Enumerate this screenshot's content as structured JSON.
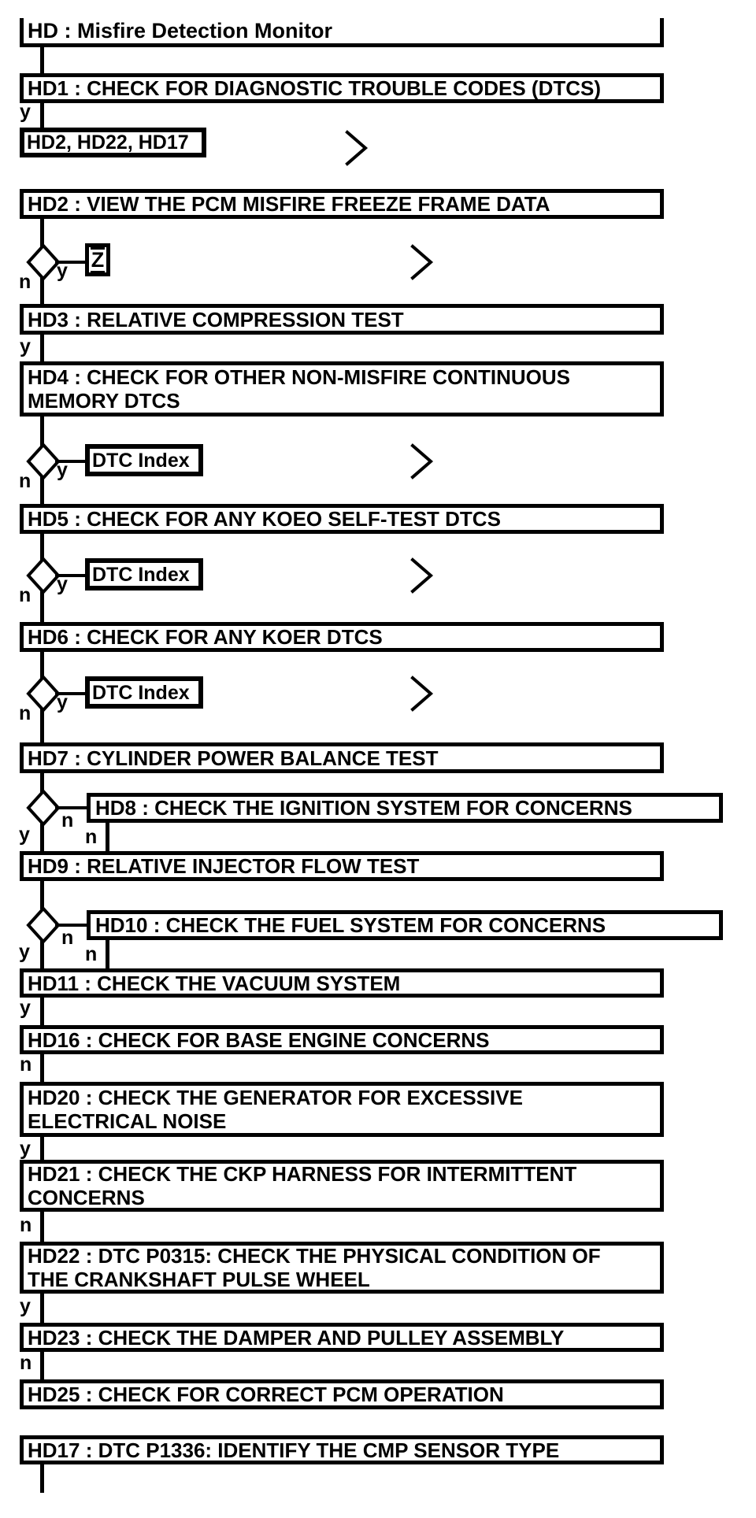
{
  "title": {
    "label": "HD : Misfire Detection Monitor"
  },
  "labels": {
    "yes": "y",
    "no": "n"
  },
  "reference": {
    "label": "HD2, HD22, HD17"
  },
  "connectors": {
    "z": "Z",
    "dtc_index": "DTC Index"
  },
  "steps": {
    "hd1": "HD1 : CHECK FOR DIAGNOSTIC TROUBLE CODES (DTCS)",
    "hd2": "HD2 : VIEW THE PCM MISFIRE FREEZE FRAME DATA",
    "hd3": "HD3 : RELATIVE COMPRESSION TEST",
    "hd4": "HD4 : CHECK FOR OTHER NON-MISFIRE CONTINUOUS MEMORY DTCS",
    "hd5": "HD5 : CHECK FOR ANY KOEO SELF-TEST DTCS",
    "hd6": "HD6 : CHECK FOR ANY KOER DTCS",
    "hd7": "HD7 : CYLINDER POWER BALANCE TEST",
    "hd8": "HD8 : CHECK THE IGNITION SYSTEM FOR CONCERNS",
    "hd9": "HD9 : RELATIVE INJECTOR FLOW TEST",
    "hd10": "HD10 : CHECK THE FUEL SYSTEM FOR CONCERNS",
    "hd11": "HD11 : CHECK THE VACUUM SYSTEM",
    "hd16": "HD16 : CHECK FOR BASE ENGINE CONCERNS",
    "hd20": "HD20 : CHECK THE GENERATOR FOR EXCESSIVE ELECTRICAL NOISE",
    "hd21": "HD21 : CHECK THE CKP HARNESS FOR INTERMITTENT CONCERNS",
    "hd22": "HD22 : DTC P0315: CHECK THE PHYSICAL CONDITION OF THE CRANKSHAFT PULSE WHEEL",
    "hd23": "HD23 : CHECK THE DAMPER AND PULLEY ASSEMBLY",
    "hd25": "HD25 : CHECK FOR CORRECT PCM OPERATION",
    "hd17": "HD17 : DTC P1336: IDENTIFY THE CMP SENSOR TYPE"
  },
  "colors": {
    "line": "#000000",
    "background": "#ffffff"
  }
}
